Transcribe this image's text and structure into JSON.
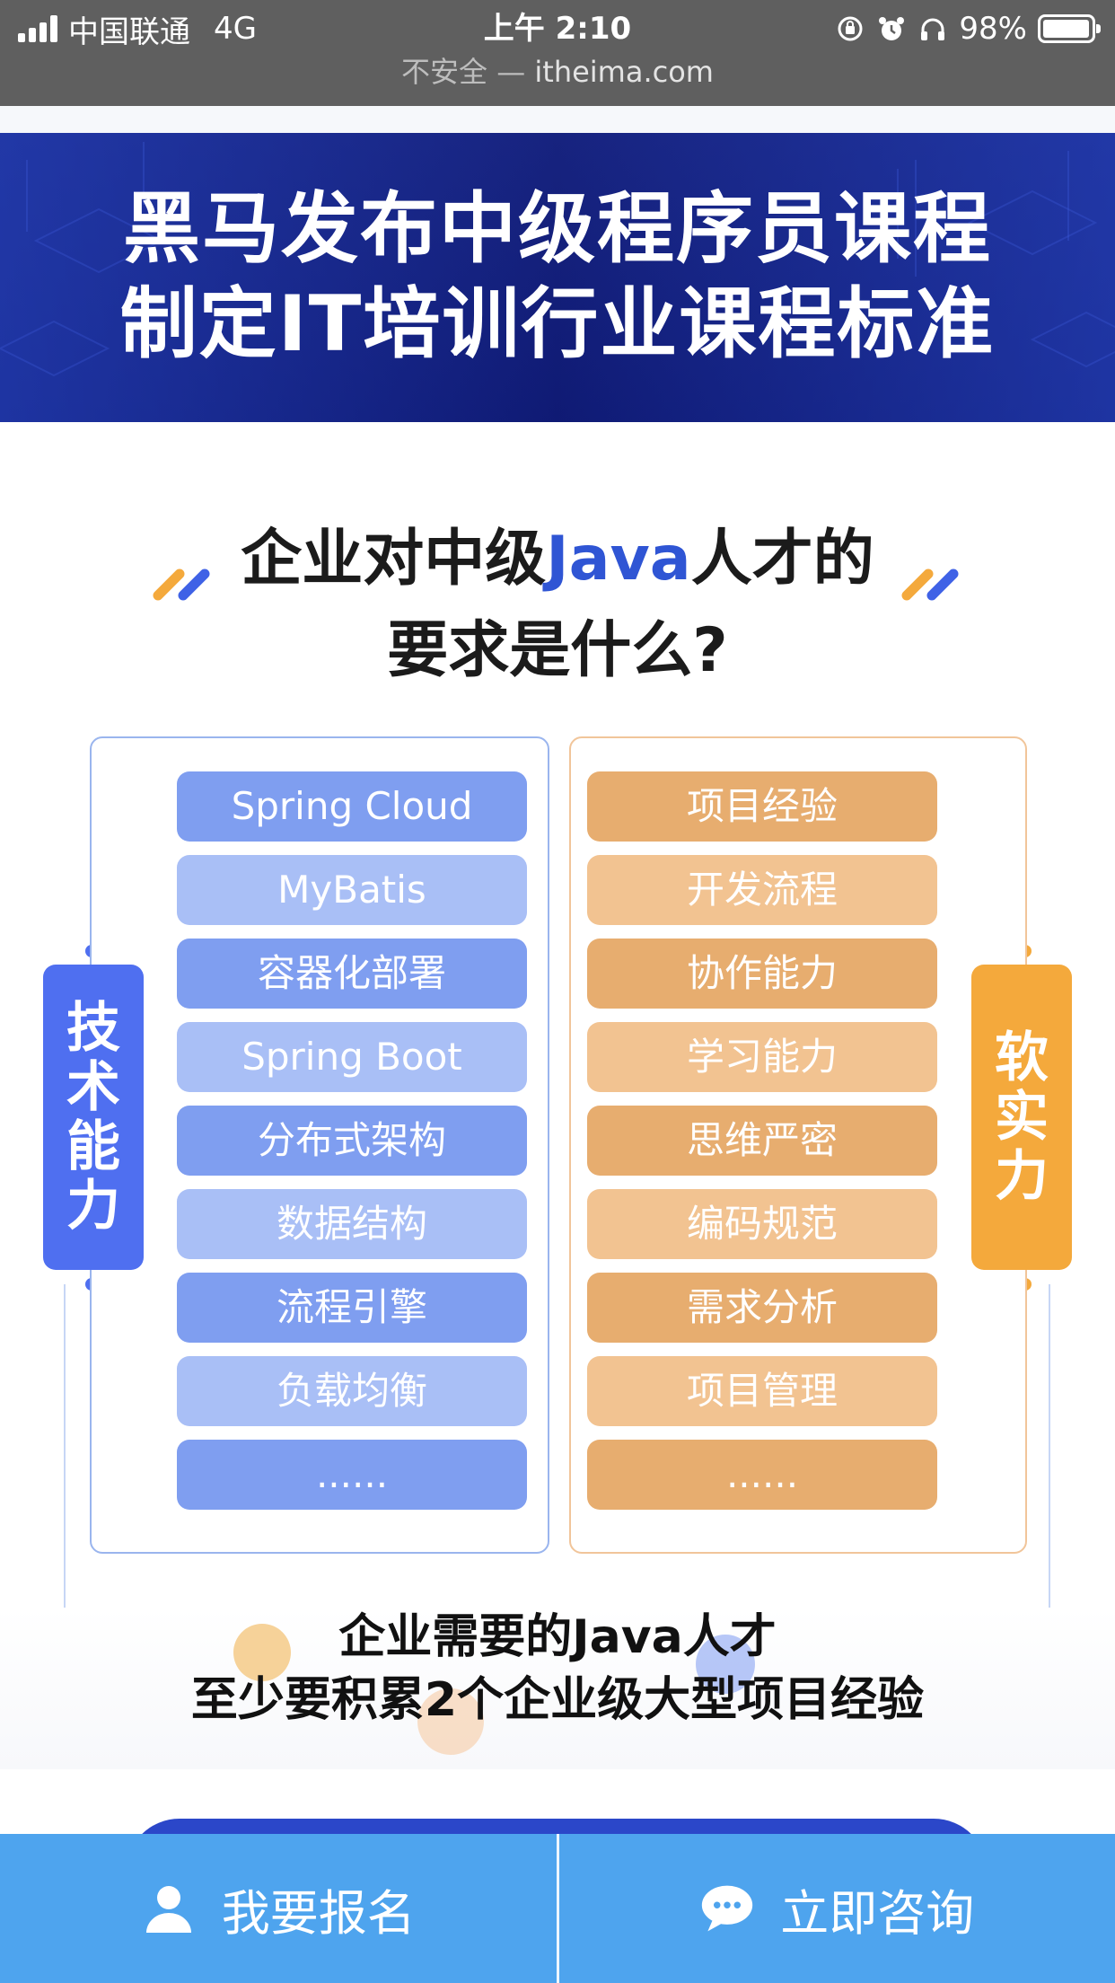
{
  "status_bar": {
    "carrier": "中国联通",
    "network": "4G",
    "time": "上午 2:10",
    "battery_percent": "98%",
    "battery_level": 0.98
  },
  "url_bar": {
    "security_label": "不安全",
    "separator": "—",
    "domain": "itheima.com"
  },
  "hero": {
    "line1": "黑马发布中级程序员课程",
    "line2": "制定IT培训行业课程标准"
  },
  "heading": {
    "line1_prefix": "企业对中级",
    "line1_accent": "Java",
    "line1_suffix": "人才的",
    "line2": "要求是什么?"
  },
  "tech_skills": {
    "tag": "技术能力",
    "items": [
      "Spring Cloud",
      "MyBatis",
      "容器化部署",
      "Spring Boot",
      "分布式架构",
      "数据结构",
      "流程引擎",
      "负载均衡",
      "......"
    ]
  },
  "soft_skills": {
    "tag": "软实力",
    "items": [
      "项目经验",
      "开发流程",
      "协作能力",
      "学习能力",
      "思维严密",
      "编码规范",
      "需求分析",
      "项目管理",
      "......"
    ]
  },
  "note": {
    "line1": "企业需要的Java人才",
    "line2": "至少要积累2个企业级大型项目经验"
  },
  "action_bar": {
    "signup_label": "我要报名",
    "consult_label": "立即咨询"
  },
  "colors": {
    "hero_bg": "#17237f",
    "accent_blue": "#2f55d4",
    "tech_tag": "#4f6ff0",
    "soft_tag": "#f4a93c",
    "action_bar": "#4ea4ee"
  }
}
